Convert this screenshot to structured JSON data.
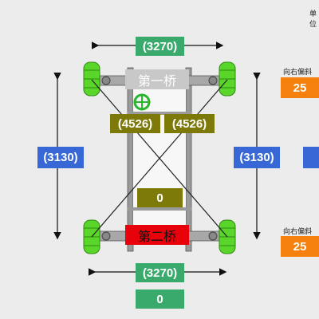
{
  "unit_label": "单位",
  "dims": {
    "front_track": "(3270)",
    "rear_track": "(3270)",
    "diag_left": "(4526)",
    "diag_right": "(4526)",
    "wheelbase_left": "(3130)",
    "wheelbase_right": "(3130)"
  },
  "bridges": {
    "front": "第一桥",
    "rear": "第二桥"
  },
  "values": {
    "diagonal_diff": "0",
    "track_diff": "0",
    "front_offset": "25",
    "rear_offset": "25"
  },
  "offset_labels": {
    "front": "向右偏斜",
    "rear": "向右偏斜"
  },
  "colors": {
    "green": "#3aa96c",
    "olive": "#7d7a0a",
    "blue": "#3867d6",
    "orange": "#f5800b",
    "red": "#e8000b",
    "gray": "#c8c8c8",
    "wheel": "#5ad62a"
  },
  "icons": [
    "arrow-icon",
    "steering-wheel-icon",
    "wheel-icon"
  ]
}
